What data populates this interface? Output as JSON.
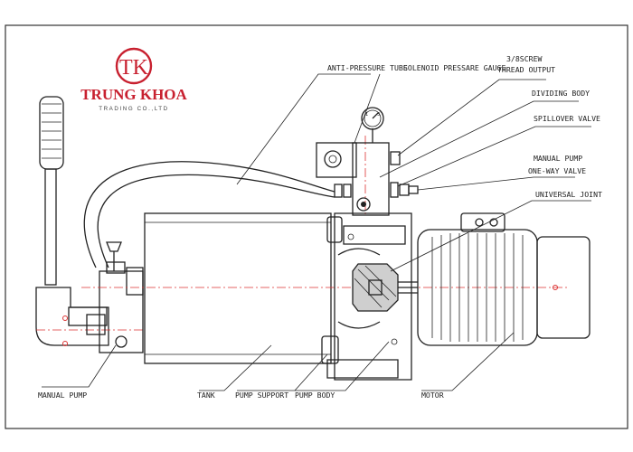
{
  "logo": {
    "mark": "TK",
    "name": "TRUNG KHOA",
    "tagline": "TRADING CO.,LTD",
    "color": "#c8202f"
  },
  "labels": {
    "anti_pressure_tube": "ANTI-PRESSURE TUBE",
    "solenoid_pressure_gauge": "SOLENOID PRESSARE GAUGE",
    "screw_size": "3/8SCREW",
    "thread_output": "THREAD OUTPUT",
    "dividing_body": "DIVIDING BODY",
    "spillover_valve": "SPILLOVER VALVE",
    "manual_pump_line1": "MANUAL PUMP",
    "manual_pump_line2": "ONE-WAY VALVE",
    "universal_joint": "UNIVERSAL JOINT",
    "manual_pump": "MANUAL PUMP",
    "tank": "TANK",
    "pump_support": "PUMP SUPPORT",
    "pump_body": "PUMP BODY",
    "motor": "MOTOR"
  },
  "colors": {
    "line": "#222222",
    "centerline": "#dd3333",
    "frame": "#333333"
  }
}
